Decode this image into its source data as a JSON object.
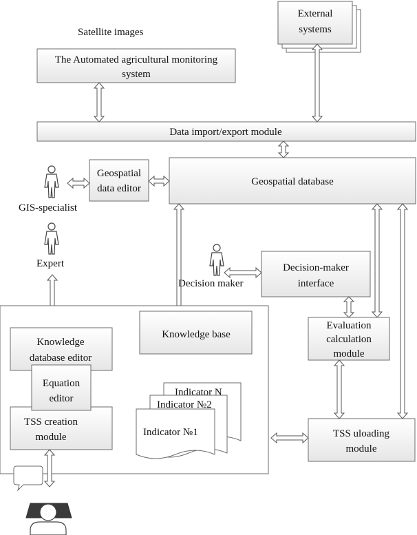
{
  "labels": {
    "satellite_images": "Satellite images",
    "automated_monitoring_1": "The Automated agricultural monitoring",
    "automated_monitoring_2": "system",
    "external_1": "External",
    "external_2": "systems",
    "data_import_export": "Data import/export module",
    "geospatial_editor_1": "Geospatial",
    "geospatial_editor_2": "data editor",
    "geospatial_database": "Geospatial database",
    "gis_specialist": "GIS-specialist",
    "expert": "Expert",
    "decision_maker": "Decision maker",
    "dm_interface_1": "Decision-maker",
    "dm_interface_2": "interface",
    "knowledge_base": "Knowledge base",
    "evaluation_1": "Evaluation",
    "evaluation_2": "calculation",
    "evaluation_3": "module",
    "kb_editor_1": "Knowledge",
    "kb_editor_2": "database editor",
    "equation_1": "Equation",
    "equation_2": "editor",
    "tss_creation_1": "TSS creation",
    "tss_creation_2": "module",
    "indicator_n": "Indicator N",
    "indicator_2": "Indicator №2",
    "indicator_1": "Indicator №1",
    "tss_uploading_1": "TSS uloading",
    "tss_uploading_2": "module"
  },
  "colors": {
    "box_top": "#ffffff",
    "box_bottom": "#e4e4e4",
    "stroke": "#6b6b6b"
  }
}
